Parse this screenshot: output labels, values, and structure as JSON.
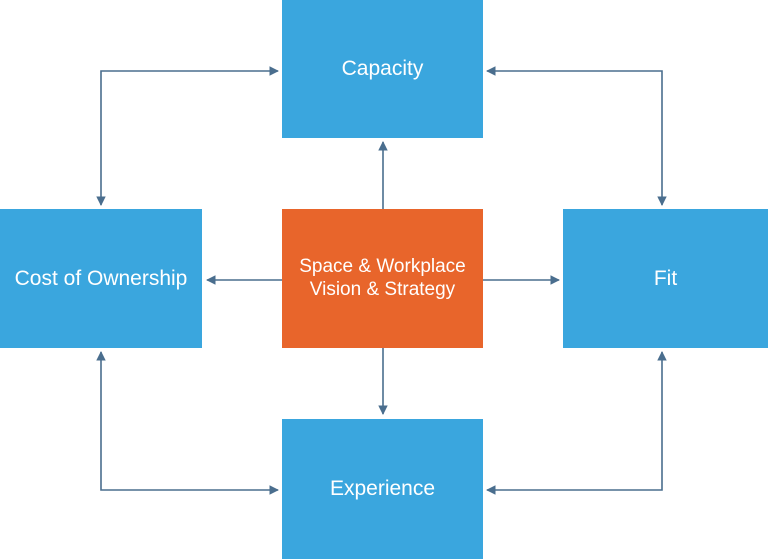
{
  "colors": {
    "outer_box": "#3aa6de",
    "center_box": "#e8652b",
    "arrow": "#4a6e8e"
  },
  "nodes": {
    "capacity": "Capacity",
    "cost_of_ownership": "Cost of Ownership",
    "center_line1": "Space & Workplace",
    "center_line2": "Vision & Strategy",
    "fit": "Fit",
    "experience": "Experience"
  }
}
